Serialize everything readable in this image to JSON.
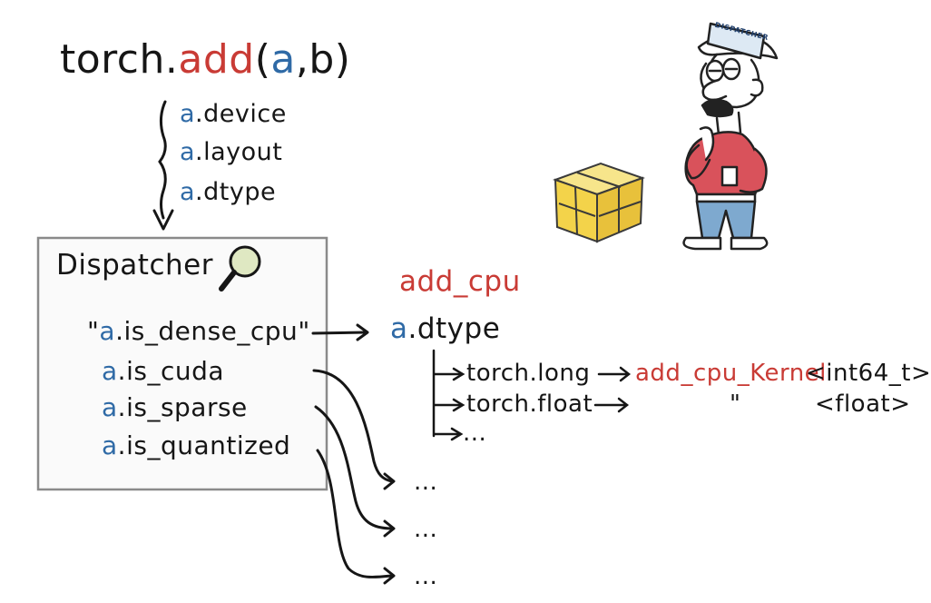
{
  "top_call": {
    "prefix": "torch.",
    "func": "add",
    "open": "(",
    "arg_a": "a",
    "sep_and_b": ",b)",
    "arg_b": "b"
  },
  "attributes": [
    {
      "obj": "a",
      "rest": ".device"
    },
    {
      "obj": "a",
      "rest": ".layout"
    },
    {
      "obj": "a",
      "rest": ".dtype"
    }
  ],
  "dispatcher": {
    "title": "Dispatcher",
    "keys": [
      {
        "open": "\"",
        "obj": "a",
        "rest": ".is_dense_cpu",
        "close": "\""
      },
      {
        "open": "",
        "obj": "a",
        "rest": ".is_cuda",
        "close": ""
      },
      {
        "open": "",
        "obj": "a",
        "rest": ".is_sparse",
        "close": ""
      },
      {
        "open": "",
        "obj": "a",
        "rest": ".is_quantized",
        "close": ""
      }
    ]
  },
  "cpu_branch": {
    "func": "add_cpu",
    "dtype_obj": "a",
    "dtype_rest": ".dtype",
    "rows": [
      {
        "dtype": "torch.long",
        "kernel": "add_cpu_Kernel",
        "type": "<int64_t>"
      },
      {
        "dtype": "torch.float",
        "kernel": "\"",
        "type": "<float>"
      },
      {
        "dtype": "...",
        "kernel": "",
        "type": ""
      }
    ]
  },
  "other_branches": [
    "...",
    "...",
    "..."
  ],
  "character": {
    "cap_label": "DISPATCHER"
  },
  "colors": {
    "ink": "#161616",
    "red": "#c93b35",
    "blue": "#2f6aa6",
    "box_border": "#8a8a8a",
    "box_fill": "#fafafa",
    "parcel": "#f3d34a",
    "shirt": "#d9525b",
    "pants": "#7ea9cf"
  }
}
